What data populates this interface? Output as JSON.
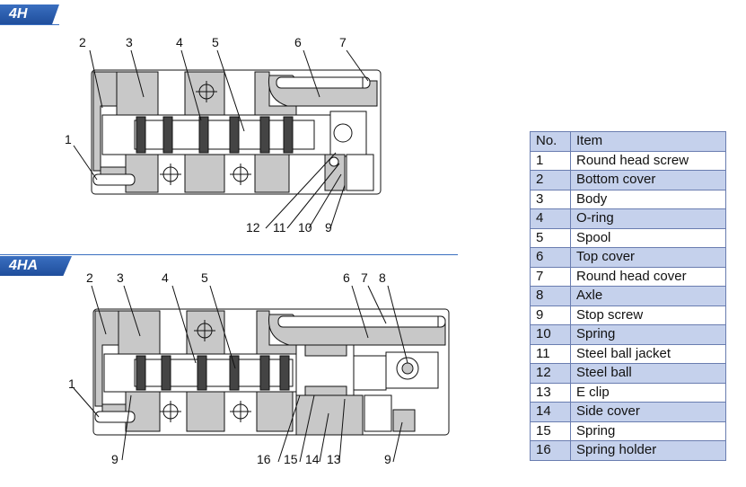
{
  "sections": [
    {
      "tag": "4H",
      "callouts": [
        "1",
        "2",
        "3",
        "4",
        "5",
        "6",
        "7",
        "12",
        "11",
        "10",
        "9"
      ]
    },
    {
      "tag": "4HA",
      "callouts": [
        "1",
        "2",
        "3",
        "4",
        "5",
        "6",
        "7",
        "8",
        "9",
        "16",
        "15",
        "14",
        "13",
        "9"
      ]
    }
  ],
  "parts_table": {
    "header": {
      "no": "No.",
      "item": "Item"
    },
    "rows": [
      {
        "no": "1",
        "item": "Round head screw"
      },
      {
        "no": "2",
        "item": "Bottom cover"
      },
      {
        "no": "3",
        "item": "Body"
      },
      {
        "no": "4",
        "item": "O-ring"
      },
      {
        "no": "5",
        "item": "Spool"
      },
      {
        "no": "6",
        "item": "Top cover"
      },
      {
        "no": "7",
        "item": "Round head cover"
      },
      {
        "no": "8",
        "item": "Axle"
      },
      {
        "no": "9",
        "item": "Stop screw"
      },
      {
        "no": "10",
        "item": "Spring"
      },
      {
        "no": "11",
        "item": "Steel ball jacket"
      },
      {
        "no": "12",
        "item": "Steel ball"
      },
      {
        "no": "13",
        "item": "E clip"
      },
      {
        "no": "14",
        "item": "Side cover"
      },
      {
        "no": "15",
        "item": "Spring"
      },
      {
        "no": "16",
        "item": "Spring holder"
      }
    ]
  },
  "colors": {
    "accent": "#1f4e9c",
    "table_stripe": "#c5d1ec",
    "part_fill": "#c8c8c8"
  }
}
